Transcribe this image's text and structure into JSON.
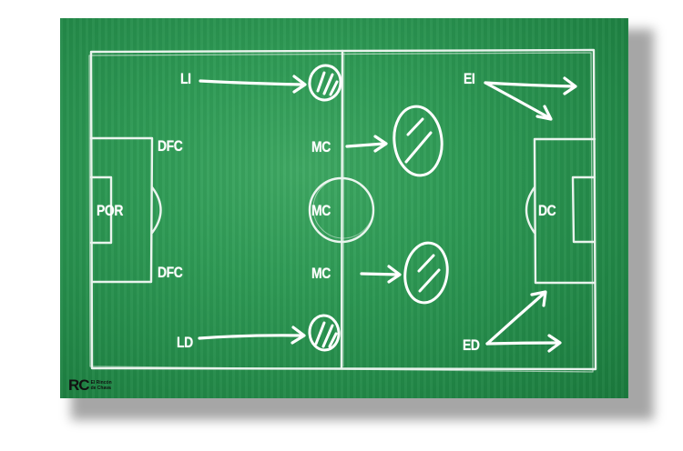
{
  "positions": {
    "por": "POR",
    "dfc_top": "DFC",
    "dfc_bottom": "DFC",
    "li": "LI",
    "ld": "LD",
    "mc_top": "MC",
    "mc_center": "MC",
    "mc_bottom": "MC",
    "ei": "EI",
    "ed": "ED",
    "dc": "DC"
  },
  "logo": {
    "mark": "RC",
    "line1": "El Rincón",
    "line2": "de Chava"
  },
  "colors": {
    "pitch": "#2e9a55",
    "chalk": "#ffffff"
  }
}
